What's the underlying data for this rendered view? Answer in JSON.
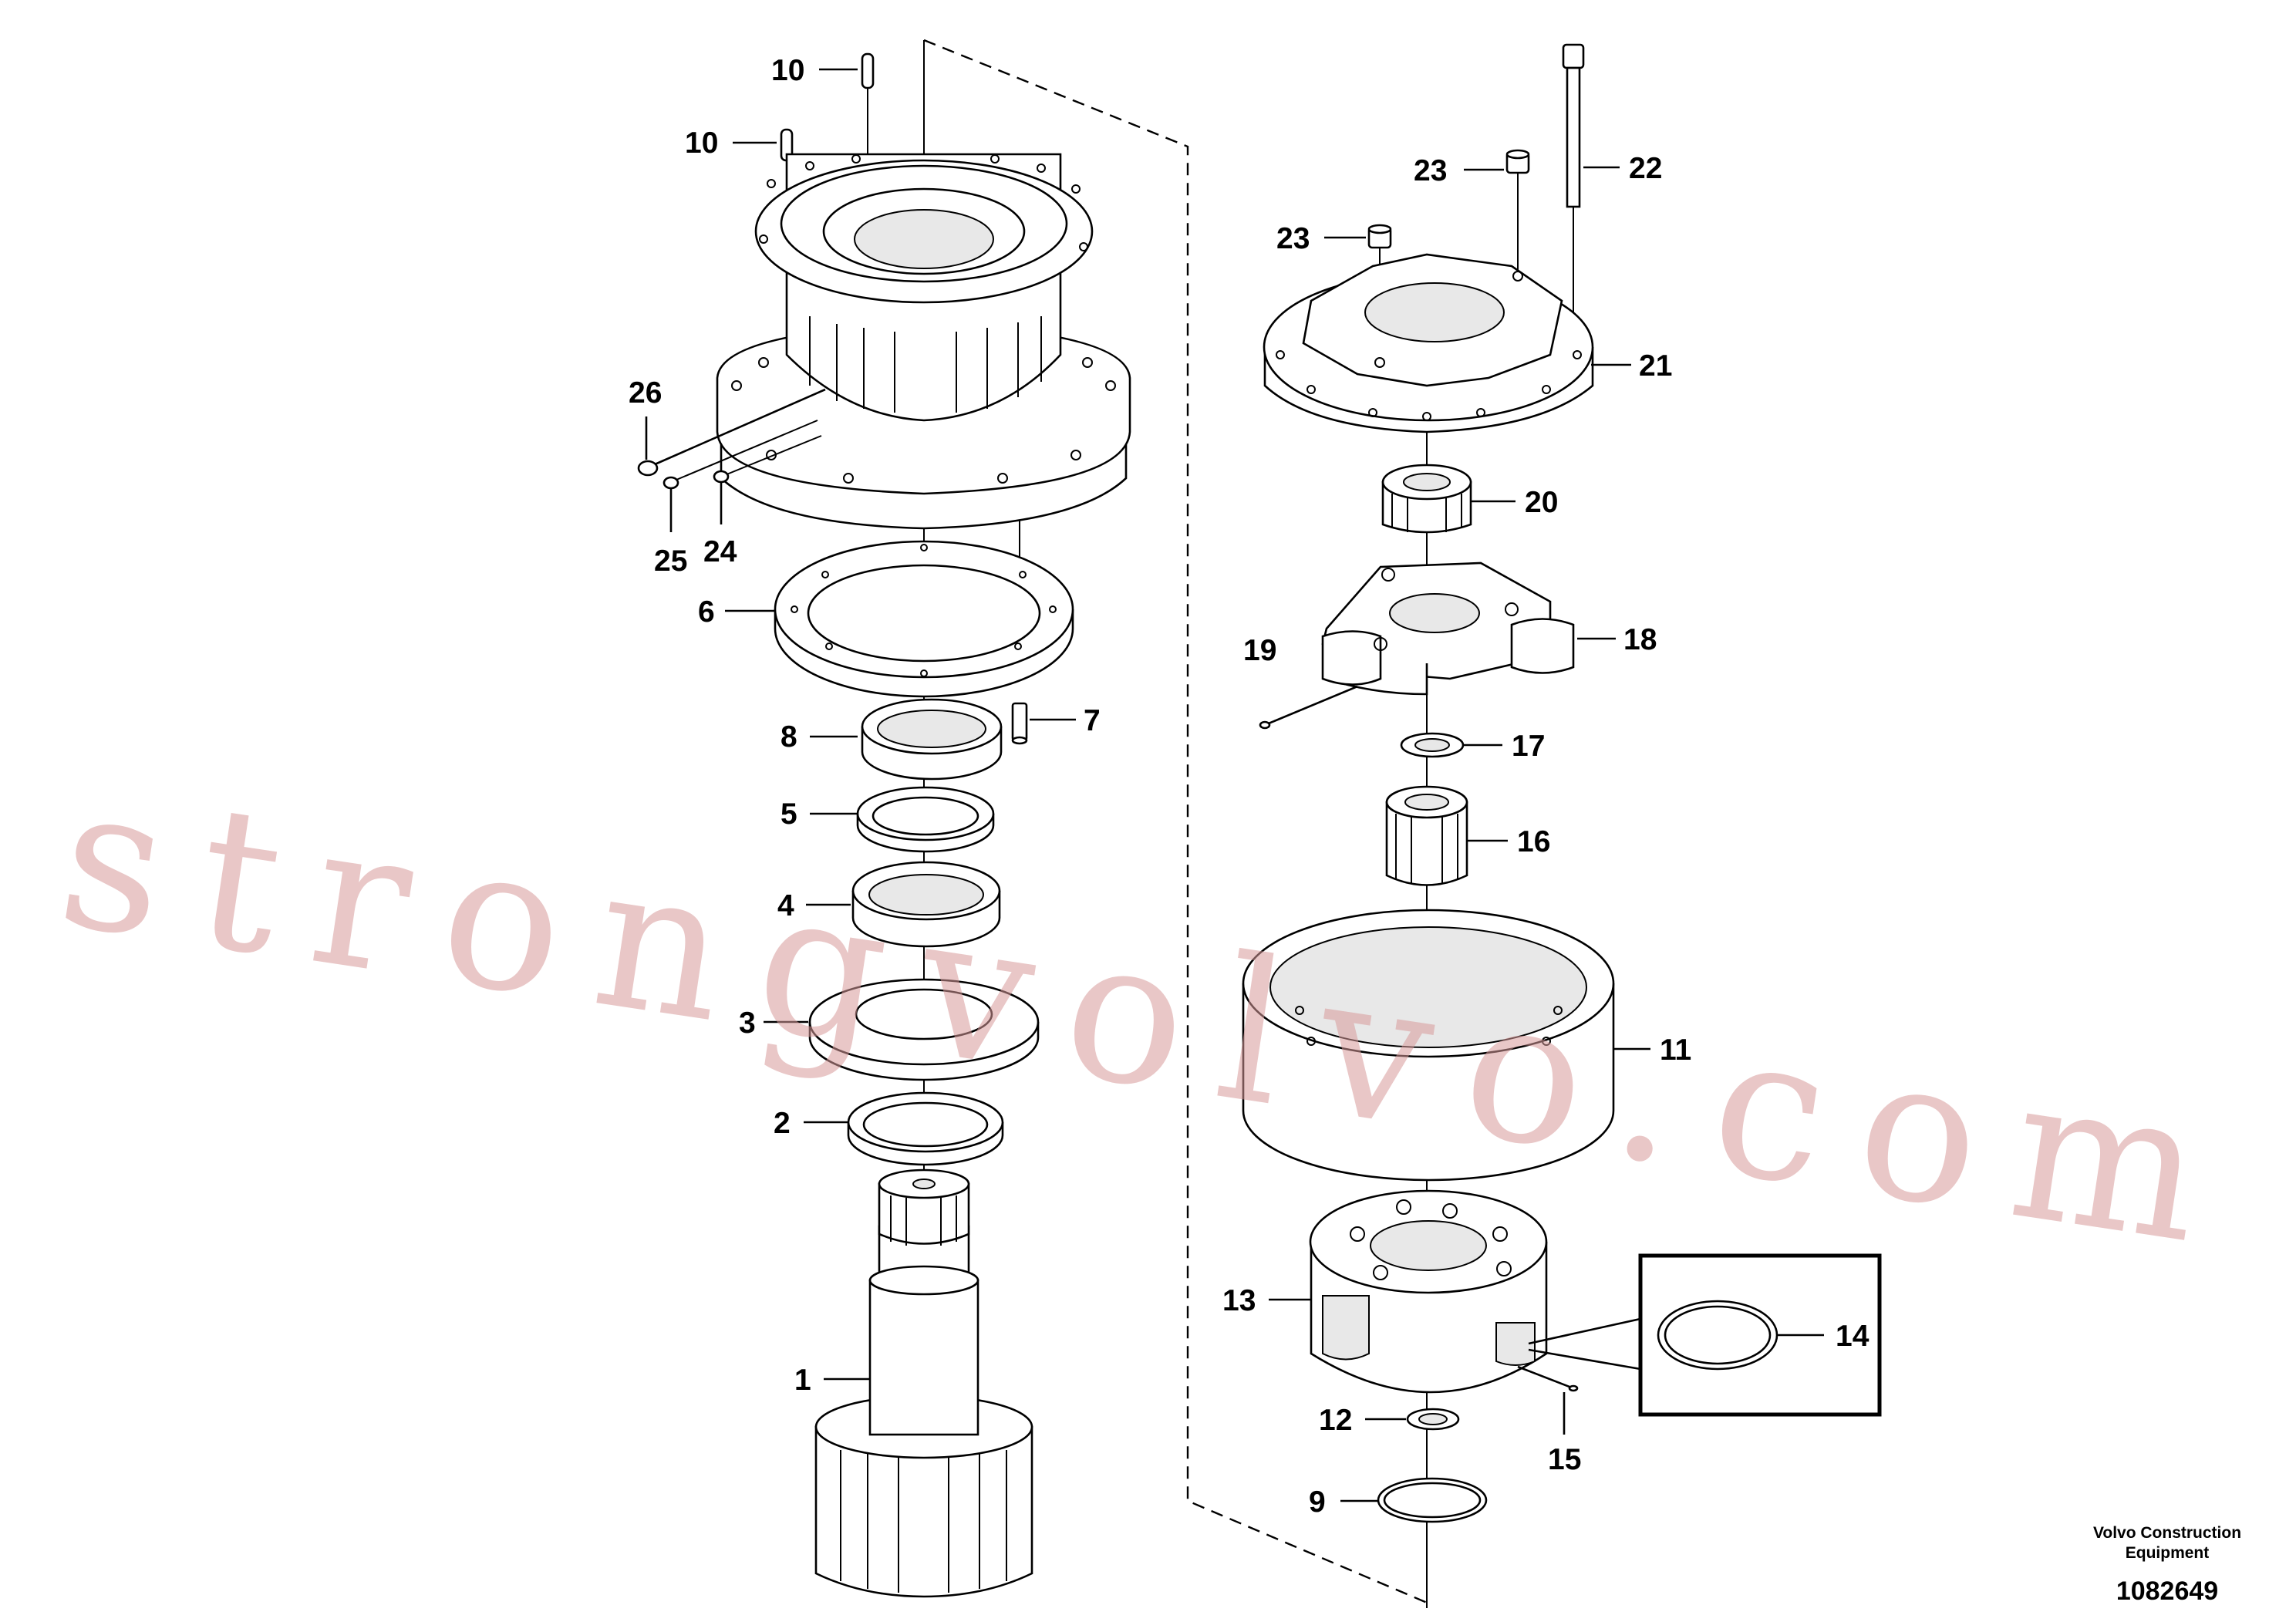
{
  "labels": {
    "l1": "1",
    "l2": "2",
    "l3": "3",
    "l4": "4",
    "l5": "5",
    "l6": "6",
    "l7": "7",
    "l8": "8",
    "l9": "9",
    "l10a": "10",
    "l10b": "10",
    "l11": "11",
    "l12": "12",
    "l13": "13",
    "l14": "14",
    "l15": "15",
    "l16": "16",
    "l17": "17",
    "l18": "18",
    "l19": "19",
    "l20": "20",
    "l21": "21",
    "l22": "22",
    "l23a": "23",
    "l23b": "23",
    "l24": "24",
    "l25": "25",
    "l26": "26"
  },
  "credit": {
    "line1": "Volvo Construction",
    "line2": "Equipment"
  },
  "doc_number": "1082649",
  "watermark": "strongvolvo.com"
}
